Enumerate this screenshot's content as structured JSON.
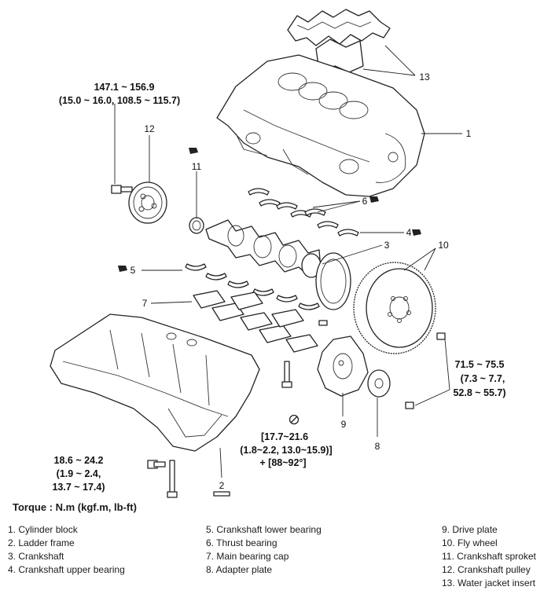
{
  "torque_heading": "Torque : N.m (kgf.m, lb-ft)",
  "torque_values": {
    "pulley_bolt": [
      "147.1 ~ 156.9",
      "(15.0 ~ 16.0, 108.5 ~ 115.7)"
    ],
    "ladder_bolt": [
      "18.6 ~ 24.2",
      "(1.9 ~ 2.4,",
      "13.7 ~ 17.4)"
    ],
    "bearing_cap_bolt": [
      "[17.7~21.6",
      "(1.8~2.2, 13.0~15.9)]",
      "+ [88~92°]"
    ],
    "flywheel_bolt": [
      "71.5 ~ 75.5",
      "(7.3 ~ 7.7,",
      "52.8 ~ 55.7)"
    ]
  },
  "callouts": [
    "1",
    "2",
    "3",
    "4",
    "5",
    "6",
    "7",
    "8",
    "9",
    "10",
    "11",
    "12",
    "13"
  ],
  "legend": {
    "col1": [
      "1. Cylinder block",
      "2. Ladder frame",
      "3. Crankshaft",
      "4. Crankshaft upper bearing"
    ],
    "col2": [
      "5. Crankshaft lower bearing",
      "6. Thrust bearing",
      "7. Main bearing cap",
      "8. Adapter plate"
    ],
    "col3": [
      "9. Drive plate",
      "10. Fly wheel",
      "11. Crankshaft sproket",
      "12. Crankshaft pulley",
      "13. Water jacket insert"
    ]
  },
  "colors": {
    "line": "#222222",
    "background": "#ffffff"
  },
  "icons": [
    "oil-can-icon",
    "do-not-reuse-icon"
  ]
}
